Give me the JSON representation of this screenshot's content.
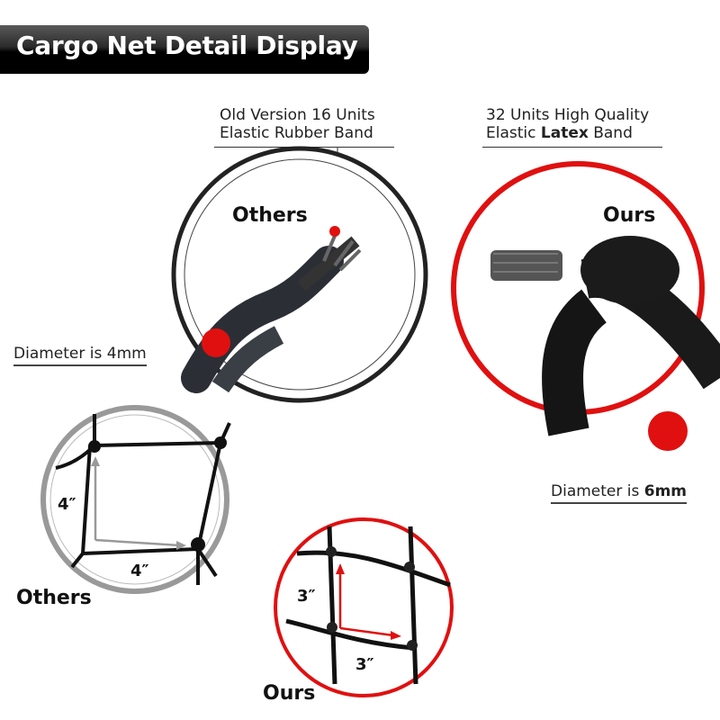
{
  "banner": {
    "title": "Cargo Net Detail Display"
  },
  "others_rope": {
    "caption_line1": "Old Version 16 Units",
    "caption_line2": "Elastic Rubber Band",
    "label": "Others",
    "diameter_prefix": "Diameter is ",
    "diameter_value": "4mm",
    "ring_color": "#222222"
  },
  "ours_rope": {
    "caption_line1": "32 Units High Quality",
    "caption_line2_prefix": "Elastic ",
    "caption_line2_bold": "Latex",
    "caption_line2_suffix": " Band",
    "label": "Ours",
    "diameter_prefix": "Diameter is ",
    "diameter_value": "6mm",
    "ring_color": "#e01010"
  },
  "others_net": {
    "label": "Others",
    "width_dim": "4″",
    "height_dim": "4″",
    "ring_color": "#999999"
  },
  "ours_net": {
    "label": "Ours",
    "width_dim": "3″",
    "height_dim": "3″",
    "ring_color": "#e01010"
  }
}
